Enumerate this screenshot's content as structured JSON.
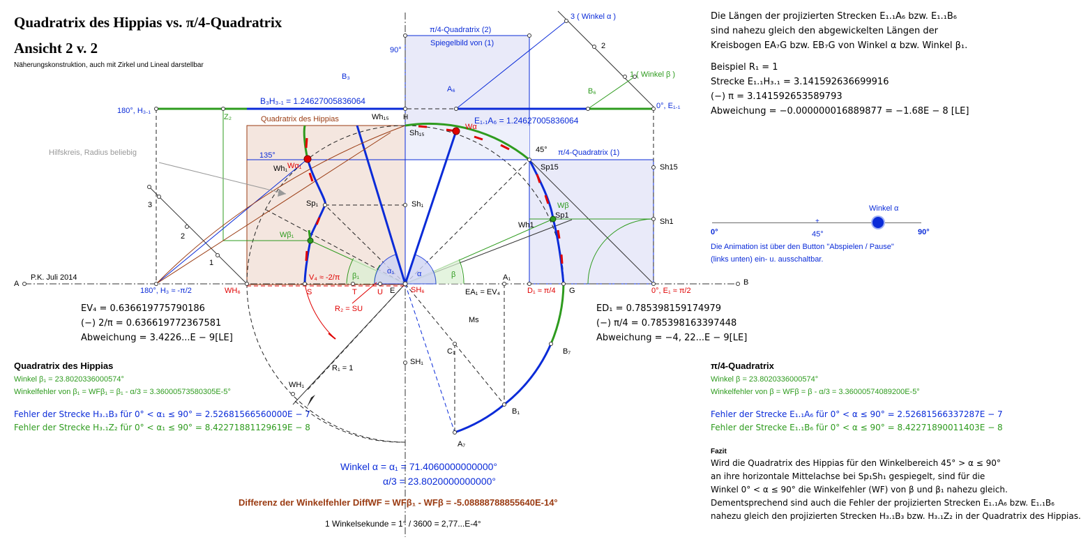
{
  "title": {
    "line1": "Quadratrix des Hippias vs. π/4-Quadratrix",
    "line2": "Ansicht 2 v. 2",
    "subtitle": "Näherungskonstruktion, auch mit Zirkel und Lineal darstellbar"
  },
  "author": "P.K. Juli 2014",
  "notes": {
    "hilfskreis": "Hilfskreis, Radius beliebig",
    "quadratrix_hippias_label": "Quadratrix des Hippias",
    "pi4_q2": "π/4-Quadratrix (2)",
    "spiegelbild": "Spiegelbild von (1)",
    "pi4_q1": "π/4-Quadratrix (1)"
  },
  "measures": {
    "b3h31": "B₃H₃.₁ = 1.24627005836064",
    "e11a6": "E₁.₁A₆ = 1.24627005836064",
    "ea1_ev4": "EA₁ = EV₄",
    "r2": "R₂ = SU",
    "r1": "R₁ = 1"
  },
  "left_values": {
    "ev4": "EV₄ = 0.636619775790186",
    "two_pi": "(−)  2/π = 0.636619772367581",
    "abw": "Abweichung = 3.4226...E − 9[LE]"
  },
  "right_values": {
    "ed1": "ED₁ = 0.785398159174979",
    "pi4": "(−) π/4 = 0.785398163397448",
    "abw": "Abweichung = −4, 22...E − 9[LE]"
  },
  "top_right": {
    "l1": "Die Längen der projizierten Strecken E₁.₁A₆ bzw. E₁.₁B₆",
    "l2": "sind nahezu gleich den abgewickelten Längen der",
    "l3": "Kreisbogen EA₇G bzw. EB₇G von Winkel α bzw. Winkel β₁.",
    "l4": "Beispiel R₁ = 1",
    "l5": "Strecke E₁.₁H₃.₁ = 3.141592636699916",
    "l6": "(−) π = 3.141592653589793",
    "l7": "Abweichung = −0.000000016889877 = −1.68E − 8 [LE]"
  },
  "slider": {
    "title": "Winkel α",
    "min": "0°",
    "mid": "45°",
    "max": "90°",
    "value_deg": 71.406,
    "anim1": "Die Animation ist über den Button \"Abspielen / Pause\"",
    "anim2": "(links unten) ein- u. ausschaltbar."
  },
  "hippias_box": {
    "head": "Quadratrix des Hippias",
    "w": "Winkel β₁ = 23.8020336000574°",
    "wf": "Winkelfehler von β₁ = WFβ₁ = β₁ - α/3 = 3.36000573580305E-5°",
    "f1": "Fehler der Strecke H₃.₁B₃ für 0° < α₁ ≤ 90° = 2.52681566560000E − 7",
    "f2": "Fehler der Strecke H₃.₁Z₂ für 0° < α₁ ≤ 90° = 8.42271881129619E − 8"
  },
  "pi4_box": {
    "head": "π/4-Quadratrix",
    "w": "Winkel β = 23.8020336000574°",
    "wf": "Winkelfehler von β = WFβ = β - α/3 =  3.36000574089200E-5°",
    "f1": "Fehler der Strecke E₁.₁A₆ für 0° < α ≤ 90° = 2.52681566337287E − 7",
    "f2": "Fehler der Strecke E₁.₁B₆ für 0° < α ≤ 90° = 8.42271890011403E − 8"
  },
  "fazit": {
    "head": "Fazit",
    "l1": "Wird die Quadratrix des Hippias für den Winkelbereich 45° > α ≤ 90°",
    "l2": "an ihre horizontale Mittelachse bei Sp₁Sh₁ gespiegelt, sind für die",
    "l3": "Winkel 0° < α ≤ 90° die Winkelfehler (WF) von β und β₁ nahezu gleich.",
    "l4": "Dementsprechend sind auch die Fehler der projizierten Strecken E₁.₁A₆ bzw. E₁.₁B₆",
    "l5": "nahezu gleich den projizierten Strecken H₃.₁B₃ bzw. H₃.₁Z₂ in der Quadratrix des Hippias."
  },
  "bottom": {
    "winkel": "Winkel α = α₁ = 71.4060000000000°",
    "third": "α/3 = 23.8020000000000°",
    "diff": "Differenz der Winkelfehler DiffWF = WFβ₁ - WFβ =  -5.08888788855640E-14°",
    "sekunde": "1 Winkelsekunde = 1° / 3600 =  2,77...E-4°"
  },
  "points": {
    "A": "A",
    "B": "B",
    "E": "E",
    "G": "G",
    "H": "H",
    "S": "S",
    "T": "T",
    "U": "U",
    "SH6": "SH₆",
    "WH6": "WH₆",
    "V4": "V₄ ≈ -2/π",
    "D1": "D₁ ≈ π/4",
    "E1": "0°, E₁ ≈ π/2",
    "H3": "180°, H₃ ≈ -π/2",
    "H31": "180°, H₃.₁",
    "E11": "0°, E₁.₁",
    "Z2": "Z₂",
    "B3": "B₃",
    "A6": "A₆",
    "B6": "B₆",
    "A1": "A₁",
    "A7": "A₇",
    "B1": "B₁",
    "B7": "B₇",
    "C1": "C₁",
    "Ms": "Ms",
    "SH1": "SH₁",
    "WH1": "WH₁",
    "Sh1": "Sh₁",
    "Sh1r": "Sh1",
    "Sh15": "Sh₁₅",
    "Sh15r": "Sh15",
    "Sp1": "Sp₁",
    "Sp1r": "Sp1",
    "Sp15": "Sp15",
    "Wh15": "Wh₁₅",
    "Wh1": "Wh1",
    "Wh1l": "Wh₁",
    "Wa": "Wα",
    "Wa1": "Wα₁",
    "Wb": "Wβ",
    "Wb1": "Wβ₁",
    "a": "α",
    "a1": "α₁",
    "b": "β",
    "b1": "β₁",
    "deg90": "90°",
    "deg45": "45°",
    "deg135": "135°",
    "n3a": "3  ( Winkel α )",
    "n2": "2",
    "n1b": "1  ( Winkel β )",
    "l3": "3",
    "l2": "2",
    "l1": "1"
  },
  "colors": {
    "blue": "#0a2bd8",
    "green": "#2e9b1e",
    "red": "#e00000",
    "brown": "#9a3b12",
    "fill_blue": "#e9eaf9",
    "fill_brown": "#f4e6df"
  }
}
